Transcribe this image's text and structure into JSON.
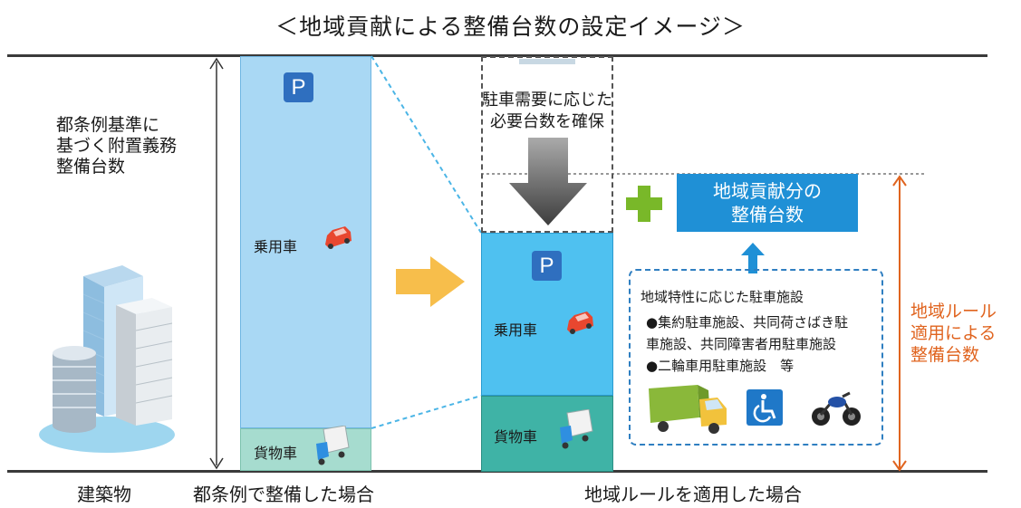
{
  "title": "＜地域貢献による整備台数の設定イメージ＞",
  "left": {
    "required_label": [
      "都条例基準に",
      "基づく附置義務",
      "整備台数"
    ],
    "building_label": "建築物",
    "case_label": "都条例で整備した場合"
  },
  "column1": {
    "parking_sign": "P",
    "passenger_label": "乗用車",
    "freight_label": "貨物車"
  },
  "column2": {
    "demand_text": [
      "駐車需要に応じた",
      "必要台数を確保"
    ],
    "parking_sign": "P",
    "passenger_label": "乗用車",
    "freight_label": "貨物車",
    "case_label": "地域ルールを適用した場合"
  },
  "contribution": {
    "plus": "+",
    "label": [
      "地域貢献分の",
      "整備台数"
    ]
  },
  "local_facilities": {
    "heading": "地域特性に応じた駐車施設",
    "lines": [
      "●集約駐車施設、共同荷さばき駐",
      "車施設、共同障害者用駐車施設",
      "●二輪車用駐車施設　等"
    ]
  },
  "right_label": [
    "地域ルール",
    "適用による",
    "整備台数"
  ],
  "colors": {
    "orange": "#e0641f",
    "blue": "#1f90d6",
    "green_plus": "#79b829",
    "arrow_yellow": "#f7be4b"
  }
}
